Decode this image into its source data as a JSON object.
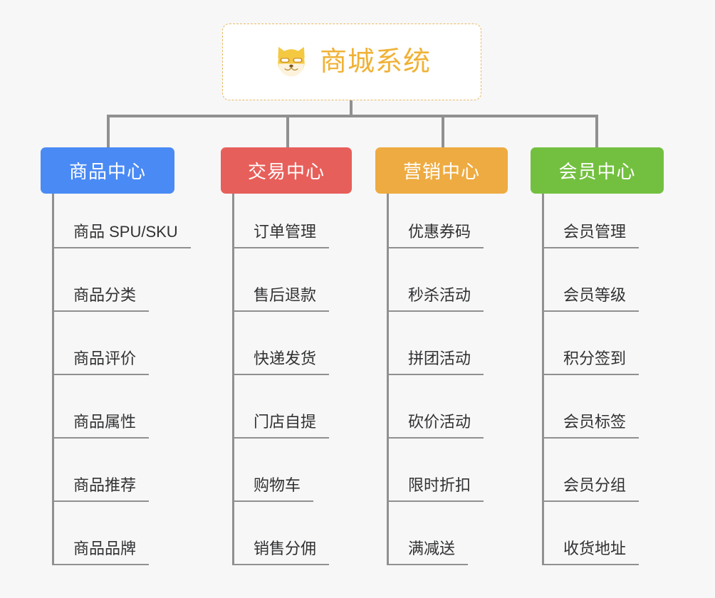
{
  "root": {
    "title": "商城系统",
    "icon": "shiba-dog-icon",
    "border_color": "#e8b964",
    "text_color": "#f0b135",
    "background": "#ffffff"
  },
  "canvas": {
    "background": "#f7f7f7",
    "connector_color": "#909090"
  },
  "categories": [
    {
      "label": "商品中心",
      "color": "#4a8af4",
      "items": [
        "商品 SPU/SKU",
        "商品分类",
        "商品评价",
        "商品属性",
        "商品推荐",
        "商品品牌"
      ]
    },
    {
      "label": "交易中心",
      "color": "#e75f5a",
      "items": [
        "订单管理",
        "售后退款",
        "快递发货",
        "门店自提",
        "购物车",
        "销售分佣"
      ]
    },
    {
      "label": "营销中心",
      "color": "#eeab41",
      "items": [
        "优惠券码",
        "秒杀活动",
        "拼团活动",
        "砍价活动",
        "限时折扣",
        "满减送"
      ]
    },
    {
      "label": "会员中心",
      "color": "#73c040",
      "items": [
        "会员管理",
        "会员等级",
        "积分签到",
        "会员标签",
        "会员分组",
        "收货地址"
      ]
    }
  ]
}
